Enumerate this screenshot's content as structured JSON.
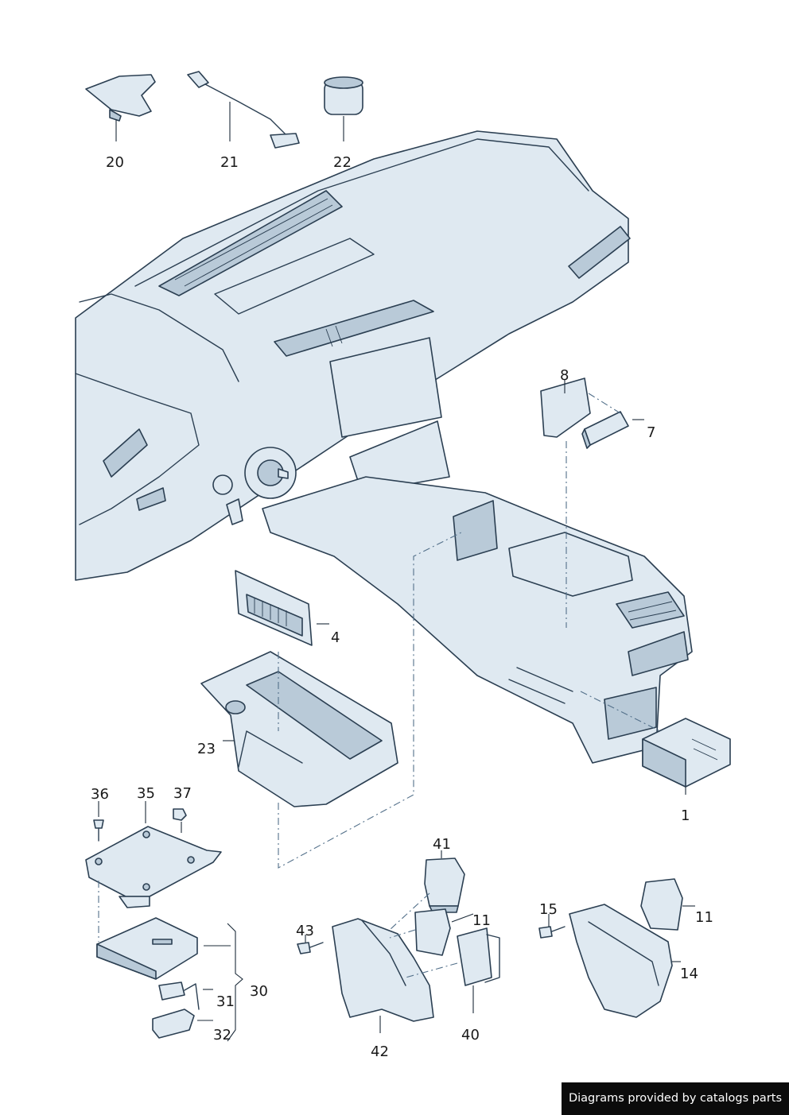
{
  "callouts": {
    "c20": "20",
    "c21": "21",
    "c22": "22",
    "c8": "8",
    "c7": "7",
    "c4": "4",
    "c23": "23",
    "c1": "1",
    "c36": "36",
    "c35": "35",
    "c37": "37",
    "c30": "30",
    "c31": "31",
    "c32": "32",
    "c41": "41",
    "c43": "43",
    "c11a": "11",
    "c40": "40",
    "c42": "42",
    "c15": "15",
    "c11b": "11",
    "c14": "14"
  },
  "credit": "Diagrams provided by catalogs parts",
  "colors": {
    "part_fill": "#dfe9f1",
    "line": "#2b3f52",
    "credit_bg": "#0b0b0b"
  }
}
